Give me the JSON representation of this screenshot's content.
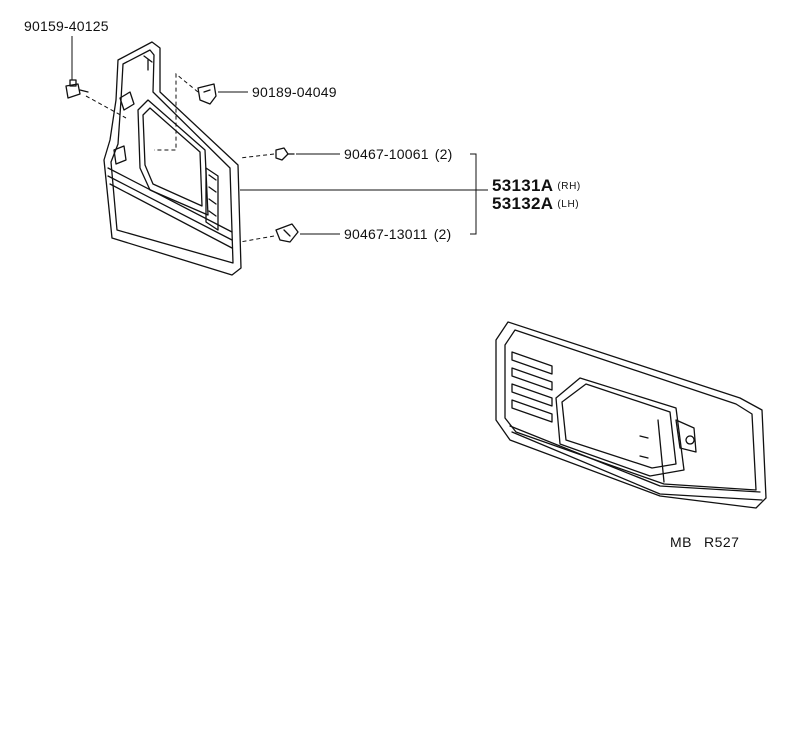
{
  "callouts": [
    {
      "part_no": "90159-40125",
      "qty": ""
    },
    {
      "part_no": "90189-04049",
      "qty": ""
    },
    {
      "part_no": "90467-10061",
      "qty": "(2)"
    },
    {
      "part_no": "90467-13011",
      "qty": "(2)"
    }
  ],
  "assembly": [
    {
      "part_no": "53131A",
      "side": "(RH)"
    },
    {
      "part_no": "53132A",
      "side": "(LH)"
    }
  ],
  "drawing_code": {
    "prefix": "MB",
    "number": "R527"
  },
  "colors": {
    "ink": "#111111",
    "paper": "#ffffff"
  }
}
